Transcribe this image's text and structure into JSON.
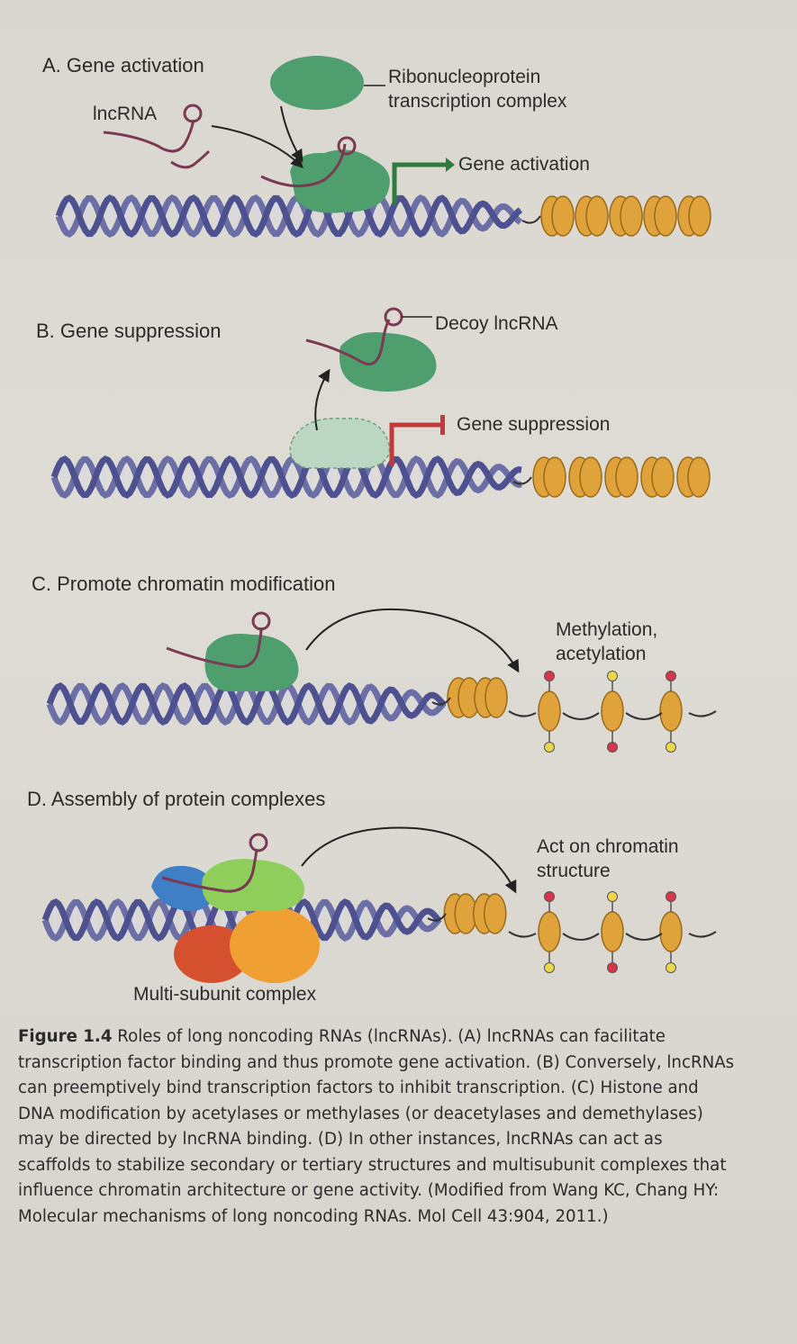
{
  "panels": {
    "a": {
      "heading": "A. Gene activation",
      "lncrna_label": "lncRNA",
      "complex_label_line1": "Ribonucleoprotein",
      "complex_label_line2": "transcription complex",
      "arrow_label": "Gene activation"
    },
    "b": {
      "heading": "B. Gene suppression",
      "decoy_label": "Decoy lncRNA",
      "arrow_label": "Gene suppression"
    },
    "c": {
      "heading": "C. Promote chromatin modification",
      "mod_label_line1": "Methylation,",
      "mod_label_line2": "acetylation"
    },
    "d": {
      "heading": "D. Assembly of protein complexes",
      "act_label_line1": "Act on chromatin",
      "act_label_line2": "structure",
      "complex_label": "Multi-subunit complex"
    }
  },
  "caption": {
    "figure_label": "Figure 1.4",
    "text": " Roles of long noncoding RNAs (lncRNAs). (A) lncRNAs can facilitate transcription factor binding and thus promote gene activation. (B) Conversely, lncRNAs can preemptively bind transcription factors to inhibit transcription. (C) Histone and DNA modification by acetylases or methylases (or deacetylases and demethylases) may be directed by lncRNA binding. (D) In other instances, lncRNAs can act as scaffolds to stabilize secondary or tertiary structures and multisubunit complexes that influence chromatin architecture or gene activity. (Modified from Wang KC, Chang HY: Molecular mechanisms of long noncoding RNAs. Mol Cell 43:904, 2011.)"
  },
  "colors": {
    "dna_strand": "#6b6fa6",
    "dna_rung": "#d8d8e6",
    "nucleosome": "#e0a23a",
    "rnp_complex": "#4f9e6e",
    "rna": "#7a3a52",
    "activation_arrow": "#2f7a3f",
    "suppression_arrow": "#c23a3a",
    "methyl_mark": "#d8344a",
    "acetyl_mark": "#ecd64a",
    "complex_blue": "#3f7fc6",
    "complex_red": "#d4502e",
    "complex_green": "#8fce5a",
    "complex_orange": "#f0a033"
  }
}
